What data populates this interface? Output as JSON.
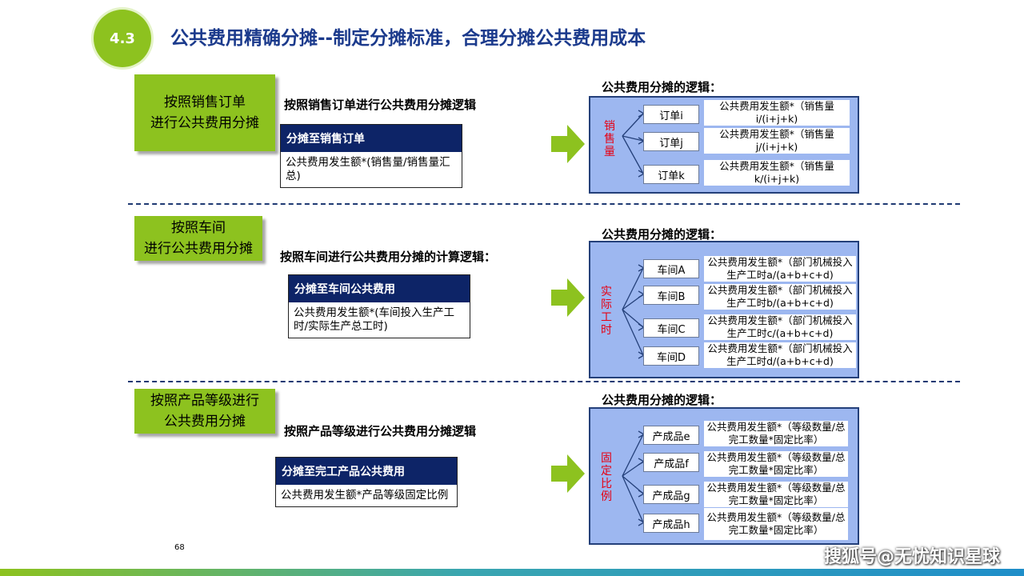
{
  "header": {
    "badge": "4.3",
    "title": "公共费用精确分摊--制定分摊标准，合理分摊公共费用成本"
  },
  "sections": [
    {
      "label_lines": [
        "按照销售订单",
        "进行公共费用分摊"
      ],
      "heading": "按照销售订单进行公共费用分摊逻辑",
      "box_header": "分摊至销售订单",
      "box_body": "公共费用发生额*(销售量/销售量汇总)",
      "logic_title": "公共费用分摊的逻辑：",
      "vertical_label": "销售量",
      "items": [
        {
          "name": "订单i",
          "formula": "公共费用发生额*（销售量i/(i+j+k)"
        },
        {
          "name": "订单j",
          "formula": "公共费用发生额*（销售量j/(i+j+k)"
        },
        {
          "name": "订单k",
          "formula": "公共费用发生额*（销售量k/(i+j+k)"
        }
      ]
    },
    {
      "label_lines": [
        "按照车间",
        "进行公共费用分摊"
      ],
      "heading": "按照车间进行公共费用分摊的计算逻辑：",
      "box_header": "分摊至车间公共费用",
      "box_body": "公共费用发生额*(车间投入生产工时/实际生产总工时)",
      "logic_title": "公共费用分摊的逻辑：",
      "vertical_label": "实际工时",
      "items": [
        {
          "name": "车间A",
          "formula": "公共费用发生额*（部门机械投入生产工时a/(a+b+c+d)"
        },
        {
          "name": "车间B",
          "formula": "公共费用发生额*（部门机械投入生产工时b/(a+b+c+d)"
        },
        {
          "name": "车间C",
          "formula": "公共费用发生额*（部门机械投入生产工时c/(a+b+c+d)"
        },
        {
          "name": "车间D",
          "formula": "公共费用发生额*（部门机械投入生产工时d/(a+b+c+d)"
        }
      ]
    },
    {
      "label_lines": [
        "按照产品等级进行",
        "公共费用分摊"
      ],
      "heading": "按照产品等级进行公共费用分摊逻辑",
      "box_header": "分摊至完工产品公共费用",
      "box_body": "公共费用发生额*产品等级固定比例",
      "logic_title": "公共费用分摊的逻辑：",
      "vertical_label": "固定比例",
      "items": [
        {
          "name": "产成品e",
          "formula": "公共费用发生额*（等级数量/总完工数量*固定比率）"
        },
        {
          "name": "产成品f",
          "formula": "公共费用发生额*（等级数量/总完工数量*固定比率）"
        },
        {
          "name": "产成品g",
          "formula": "公共费用发生额*（等级数量/总完工数量*固定比率）"
        },
        {
          "name": "产成品h",
          "formula": "公共费用发生额*（等级数量/总完工数量*固定比率）"
        }
      ]
    }
  ],
  "footer": {
    "page_number": "68",
    "watermark": "搜狐号@无忧知识星球"
  },
  "colors": {
    "accent_green": "#8dc21f",
    "title_blue": "#1b3a8c",
    "box_header_navy": "#0d2467",
    "panel_blue": "#9db7f0",
    "vertical_label_red": "#e60012"
  }
}
